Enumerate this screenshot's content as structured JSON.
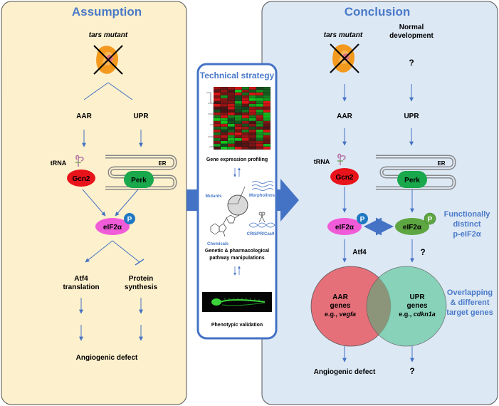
{
  "assumption": {
    "title": "Assumption",
    "mutant_label": "tars mutant",
    "aar": "AAR",
    "upr": "UPR",
    "trna": "tRNA",
    "er": "ER",
    "gcn2": "Gcn2",
    "perk": "Perk",
    "eif2a": "eIF2α",
    "p": "P",
    "atf4_line1": "Atf4",
    "atf4_line2": "translation",
    "protein_line1": "Protein",
    "protein_line2": "synthesis",
    "outcome": "Angiogenic defect"
  },
  "strategy": {
    "title": "Technical strategy",
    "profiling": "Gene expression profiling",
    "mutants": "Mutants",
    "morpholinos": "Morpholinos",
    "chemicals": "Chemicals",
    "crispr": "CRISPR/Cas9",
    "manip_line1": "Genetic & pharmacological",
    "manip_line2": "pathway manipulations",
    "validation": "Phenotypic validation"
  },
  "conclusion": {
    "title": "Conclusion",
    "mutant_label": "tars mutant",
    "normal_line1": "Normal",
    "normal_line2": "development",
    "question": "?",
    "aar": "AAR",
    "upr": "UPR",
    "trna": "tRNA",
    "er": "ER",
    "gcn2": "Gcn2",
    "perk": "Perk",
    "eif2a_left": "eIF2α",
    "eif2a_right": "eIF2α",
    "p": "P",
    "functional_line1": "Functionally",
    "functional_line2": "distinct",
    "functional_line3": "p-eIF2α",
    "atf4": "Atf4",
    "aar_genes_line1": "AAR",
    "aar_genes_line2": "genes",
    "aar_genes_eg": "e.g., ",
    "aar_genes_gene": "vegfa",
    "upr_genes_line1": "UPR",
    "upr_genes_line2": "genes",
    "upr_genes_eg": "e.g., ",
    "upr_genes_gene": "cdkn1a",
    "overlap_line1": "Overlapping",
    "overlap_line2": "& different",
    "overlap_line3": "target genes",
    "outcome": "Angiogenic defect"
  },
  "colors": {
    "assumption_bg": "#fdf0cc",
    "conclusion_bg": "#dde8f5",
    "accent_blue": "#4472c4",
    "title_blue": "#4a7ac8",
    "gcn2_red": "#e8131b",
    "perk_green": "#1aa84c",
    "eif2a_magenta": "#f05bd8",
    "eif2a_green": "#5ea642",
    "phos_blue": "#1f78c2",
    "aar_circle": "#e5707a",
    "upr_circle": "#6fcca9",
    "fish_orange": "#f39a1e"
  },
  "icons": {
    "fish": "zebrafish-embryo-icon",
    "trna": "trna-icon",
    "heatmap": "heatmap-icon",
    "embryo": "injection-embryo-icon",
    "dna": "dna-helix-icon",
    "waves": "morpholino-waves-icon",
    "molecule": "chemical-structure-icon",
    "scissors": "scissors-icon",
    "larva": "fluorescent-larva-icon"
  }
}
